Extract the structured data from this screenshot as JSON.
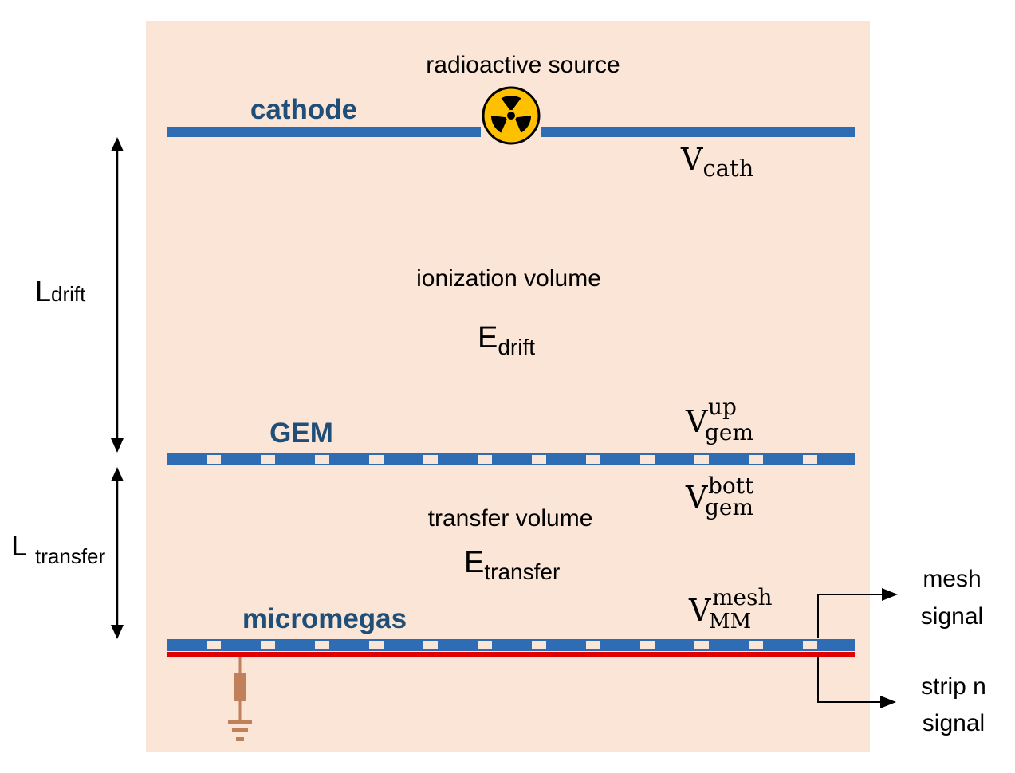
{
  "labels": {
    "radioactive_source": "radioactive source",
    "cathode": "cathode",
    "gem": "GEM",
    "micromegas": "micromegas",
    "ionization_volume": "ionization volume",
    "transfer_volume": "transfer volume",
    "mesh_signal_line1": "mesh",
    "mesh_signal_line2": "signal",
    "strip_signal_line1": "strip n",
    "strip_signal_line2": "signal"
  },
  "symbols": {
    "l_drift": {
      "base": "L",
      "sub": "drift"
    },
    "l_transfer": {
      "base": "L",
      "sub": "transfer"
    },
    "e_drift": {
      "base": "E",
      "sub": "drift"
    },
    "e_transfer": {
      "base": "E",
      "sub": "transfer"
    },
    "v_cath": {
      "base": "V",
      "sub": "cath"
    },
    "v_gem_up": {
      "base": "V",
      "sup": "up",
      "sub": "gem"
    },
    "v_gem_bott": {
      "base": "V",
      "sup": "bott",
      "sub": "gem"
    },
    "v_mm_mesh": {
      "base": "V",
      "sup": "mesh",
      "sub": "MM"
    }
  },
  "icons": {
    "radiation": "radiation-trefoil-icon",
    "resistor": "resistor-icon",
    "ground": "ground-icon"
  },
  "colors": {
    "background_panel": "#FBE5D6",
    "electrode": "#2E6DB4",
    "electrode_label": "#1F4E79",
    "strip": "#E00000",
    "hole": "#FBE5D6",
    "radiation_yellow": "#FFC000",
    "circuit": "#C0805A",
    "text": "#000000"
  }
}
